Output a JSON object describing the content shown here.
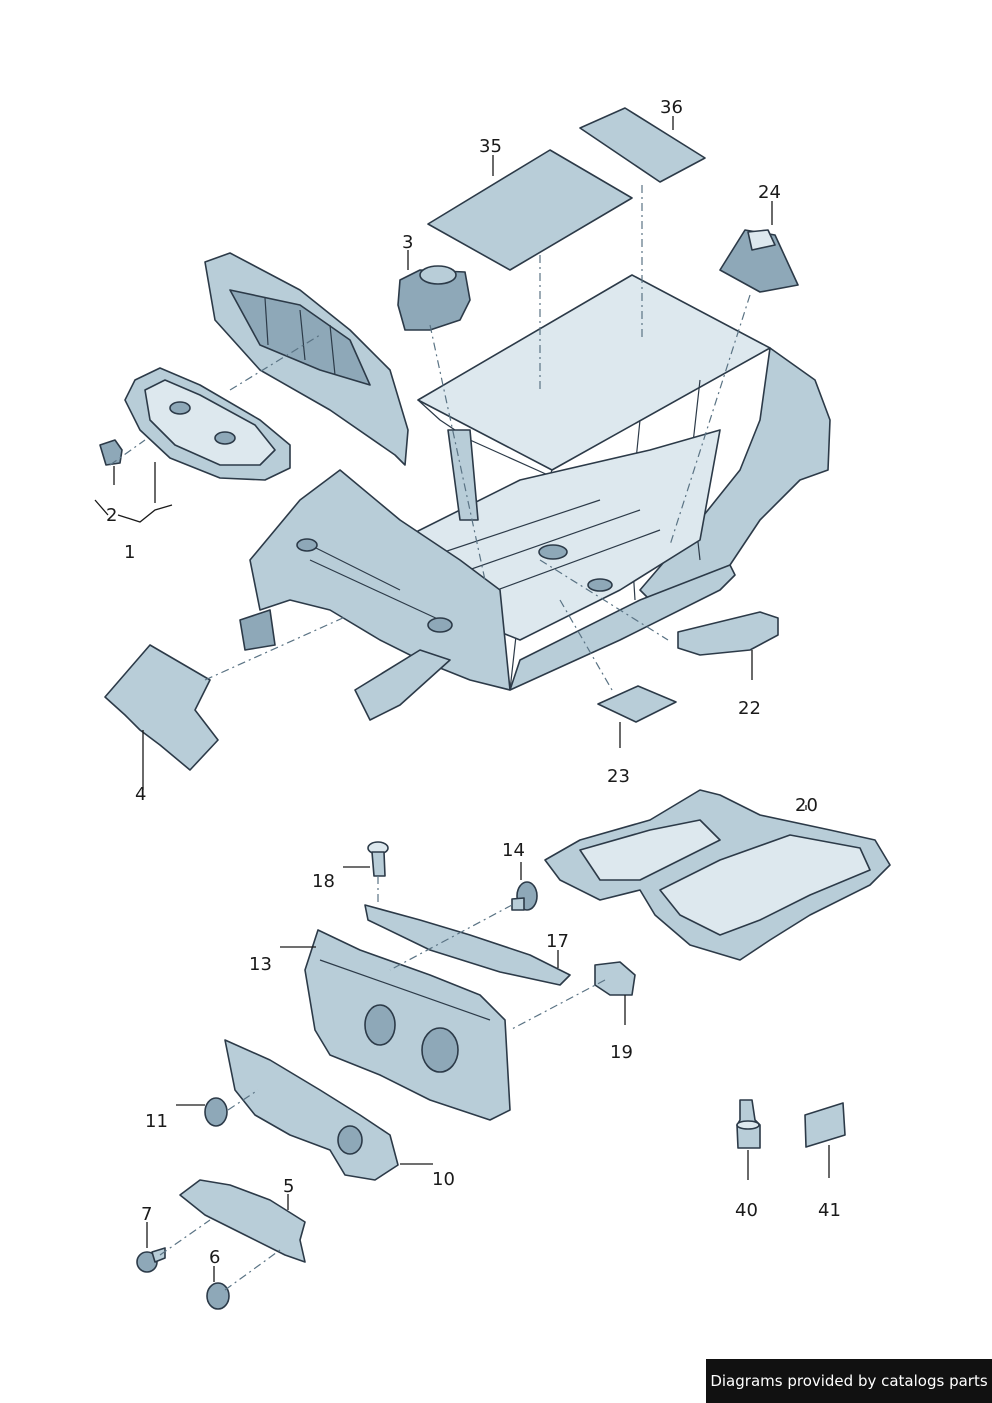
{
  "callouts": [
    "36",
    "35",
    "24",
    "3",
    "2",
    "1",
    "4",
    "22",
    "23",
    "20",
    "14",
    "18",
    "17",
    "13",
    "19",
    "11",
    "10",
    "5",
    "7",
    "6",
    "40",
    "41"
  ],
  "footer": {
    "text": "Diagrams provided by catalogs parts"
  },
  "colors": {
    "part_fill": "#b8cdd8",
    "part_shadow": "#8ea8b8",
    "outline": "#2c3a48",
    "footer_bg": "#111111"
  }
}
